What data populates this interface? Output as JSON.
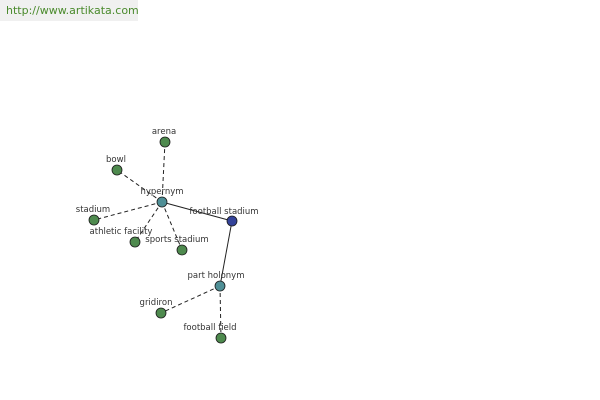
{
  "url": "http://www.artikata.com",
  "colors": {
    "leaf": "#4e8a4e",
    "relation": "#4f8f96",
    "center": "#34439a",
    "edge": "#222222"
  },
  "nodes": [
    {
      "id": "football-stadium",
      "label": "football stadium",
      "kind": "center"
    },
    {
      "id": "hypernym",
      "label": "hypernym",
      "kind": "relation"
    },
    {
      "id": "part-holonym",
      "label": "part holonym",
      "kind": "relation"
    },
    {
      "id": "arena",
      "label": "arena",
      "kind": "leaf"
    },
    {
      "id": "bowl",
      "label": "bowl",
      "kind": "leaf"
    },
    {
      "id": "stadium",
      "label": "stadium",
      "kind": "leaf"
    },
    {
      "id": "athletic-facility",
      "label": "athletic facility",
      "kind": "leaf"
    },
    {
      "id": "sports-stadium",
      "label": "sports stadium",
      "kind": "leaf"
    },
    {
      "id": "gridiron",
      "label": "gridiron",
      "kind": "leaf"
    },
    {
      "id": "football-field",
      "label": "football field",
      "kind": "leaf"
    }
  ],
  "edges": [
    {
      "from": "football-stadium",
      "to": "hypernym",
      "style": "solid"
    },
    {
      "from": "football-stadium",
      "to": "part-holonym",
      "style": "solid"
    },
    {
      "from": "hypernym",
      "to": "arena",
      "style": "dashed"
    },
    {
      "from": "hypernym",
      "to": "bowl",
      "style": "dashed"
    },
    {
      "from": "hypernym",
      "to": "stadium",
      "style": "dashed"
    },
    {
      "from": "hypernym",
      "to": "athletic-facility",
      "style": "dashed"
    },
    {
      "from": "hypernym",
      "to": "sports-stadium",
      "style": "dashed"
    },
    {
      "from": "part-holonym",
      "to": "gridiron",
      "style": "dashed"
    },
    {
      "from": "part-holonym",
      "to": "football-field",
      "style": "dashed"
    }
  ]
}
